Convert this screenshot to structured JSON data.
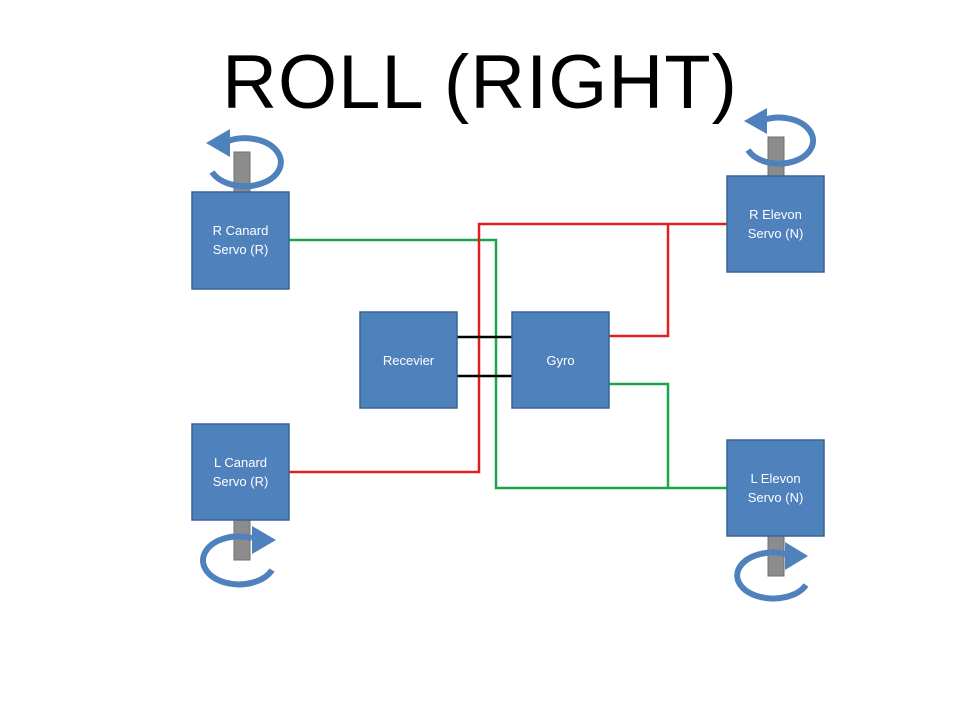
{
  "title": "ROLL (RIGHT)",
  "colors": {
    "box_fill": "#4f81bd",
    "box_stroke": "#3a6594",
    "shaft": "#8c8c8c",
    "rotation_arrow": "#4f81bd",
    "wire_red": "#e02020",
    "wire_green": "#1aa64a",
    "wire_black": "#000000"
  },
  "nodes": {
    "r_canard": {
      "line1": "R Canard",
      "line2": "Servo (R)"
    },
    "l_canard": {
      "line1": "L Canard",
      "line2": "Servo (R)"
    },
    "receiver": {
      "line1": "Recevier"
    },
    "gyro": {
      "line1": "Gyro"
    },
    "r_elevon": {
      "line1": "R Elevon",
      "line2": "Servo (N)"
    },
    "l_elevon": {
      "line1": "L Elevon",
      "line2": "Servo (N)"
    }
  },
  "icons": {
    "rotation": "rotation-arrow-icon"
  }
}
